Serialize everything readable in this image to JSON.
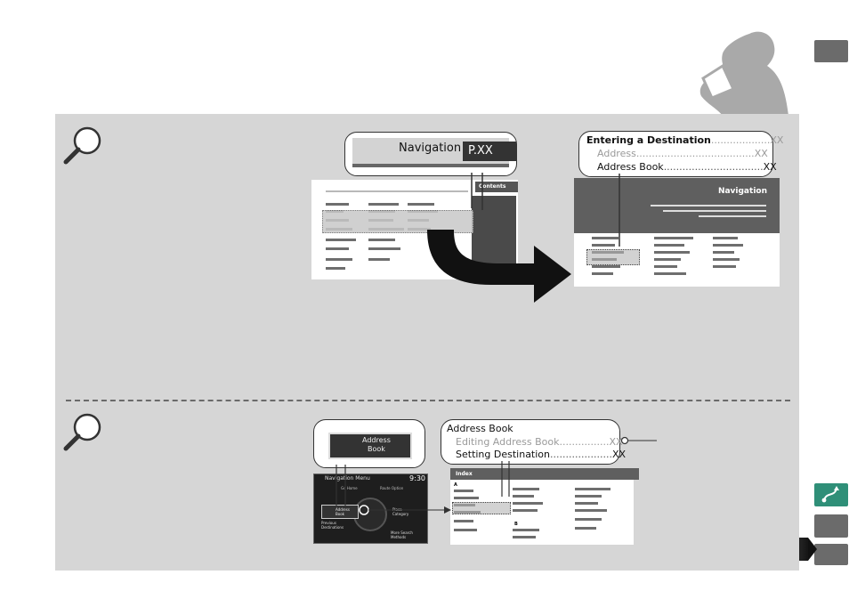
{
  "top_example": {
    "callout_left": {
      "label": "Navigation",
      "page": "P.XX"
    },
    "contents_header": "Contents",
    "section_header": "Navigation",
    "toc": [
      {
        "label": "Entering a Destination",
        "leader": "...................",
        "page": "XX"
      },
      {
        "label": "Address",
        "leader": "......................................",
        "page": "XX"
      },
      {
        "label": "Address Book",
        "leader": "................................",
        "page": "XX"
      }
    ]
  },
  "bottom_example": {
    "button_label": "Address\nBook",
    "screen": {
      "title": "Navigation Menu",
      "time": "9:30",
      "items": [
        "Address Book",
        "Place Category",
        "Previous Destinations",
        "More Search Methods"
      ],
      "top_items": [
        "Go Home",
        "Route Option"
      ]
    },
    "index_header": "Index",
    "index_letters": [
      "A",
      "B"
    ],
    "index_entries": [
      {
        "label": "Address Book",
        "leader": "",
        "page": ""
      },
      {
        "label": "Editing Address Book",
        "leader": "................",
        "page": "XX"
      },
      {
        "label": "Setting Destination",
        "leader": "....................",
        "page": "XX"
      }
    ]
  },
  "colors": {
    "panel": "#d6d6d6",
    "arrow": "#111111",
    "tab": "#6b6b6b",
    "nav_tab": "#2f8f78"
  },
  "icons": [
    "magnifier-icon",
    "reading-person-illustration",
    "navigation-icon"
  ]
}
